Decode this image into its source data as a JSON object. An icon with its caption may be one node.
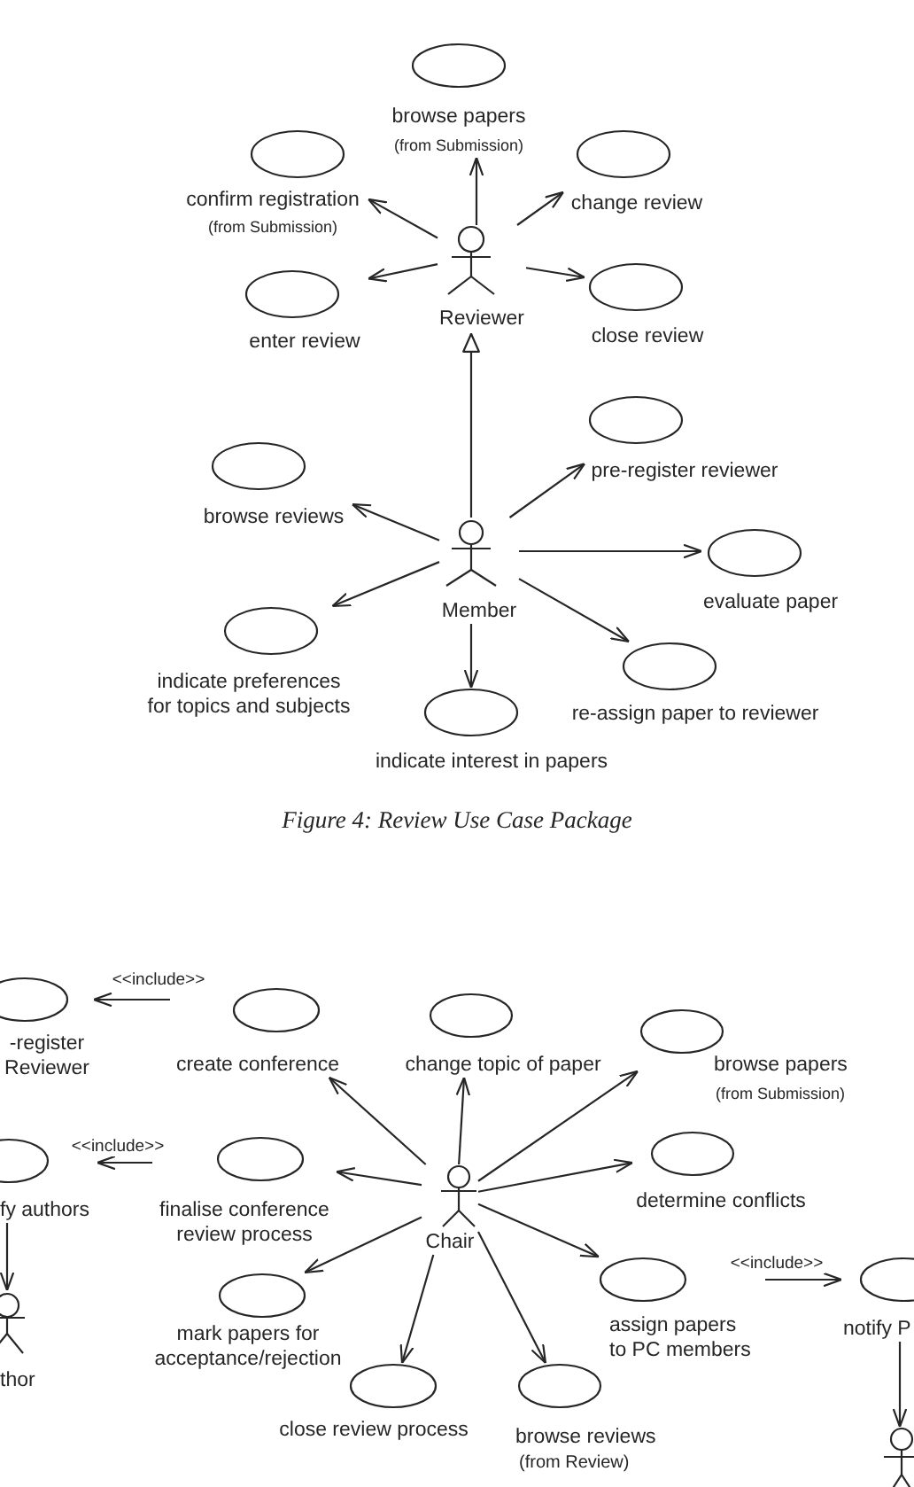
{
  "diagram": {
    "caption": "Figure 4: Review Use Case Package",
    "nodes": [
      {
        "text": [
          "browse papers",
          "(from Submission)"
        ]
      },
      {
        "text": [
          "confirm registration",
          "(from Submission)"
        ]
      },
      {
        "text": [
          "change review"
        ]
      },
      {
        "text": [
          "Reviewer"
        ]
      },
      {
        "text": [
          "enter review"
        ]
      },
      {
        "text": [
          "close review"
        ]
      },
      {
        "text": [
          "browse reviews"
        ]
      },
      {
        "text": [
          "pre-register reviewer"
        ]
      },
      {
        "text": [
          "Member"
        ]
      },
      {
        "text": [
          "evaluate paper"
        ]
      },
      {
        "text": [
          "indicate preferences for topics and subjects"
        ]
      },
      {
        "text": [
          "re-assign paper to reviewer"
        ]
      },
      {
        "text": [
          "indicate interest in papers"
        ]
      },
      {
        "text": [
          "-register Reviewer"
        ]
      },
      {
        "text": [
          "create conference"
        ]
      },
      {
        "text": [
          "change topic of paper"
        ]
      },
      {
        "text": [
          "browse papers",
          "(from Submission)"
        ]
      },
      {
        "text": [
          "fy authors"
        ]
      },
      {
        "text": [
          "finalise conference review process"
        ]
      },
      {
        "text": [
          "determine conflicts"
        ]
      },
      {
        "text": [
          "Chair"
        ]
      },
      {
        "text": [
          "thor"
        ]
      },
      {
        "text": [
          "mark papers for acceptance/rejection"
        ]
      },
      {
        "text": [
          "assign papers to PC members"
        ]
      },
      {
        "text": [
          "notify P"
        ]
      },
      {
        "text": [
          "close review process"
        ]
      },
      {
        "text": [
          "browse reviews",
          "(from Review)"
        ]
      },
      {
        "text": [],
        "shape": "person"
      }
    ],
    "edges": [
      {
        "from": 3,
        "to": 0,
        "arrow": "to"
      },
      {
        "from": 3,
        "to": 1,
        "arrow": "to"
      },
      {
        "from": 3,
        "to": 2,
        "arrow": "to"
      },
      {
        "from": 3,
        "to": 4,
        "arrow": "to"
      },
      {
        "from": 3,
        "to": 5,
        "arrow": "to"
      },
      {
        "from": 8,
        "to": 3,
        "arrow": "to"
      },
      {
        "from": 8,
        "to": 6,
        "arrow": "to"
      },
      {
        "from": 8,
        "to": 7,
        "arrow": "to"
      },
      {
        "from": 8,
        "to": 9,
        "arrow": "to"
      },
      {
        "from": 8,
        "to": 10,
        "arrow": "to"
      },
      {
        "from": 8,
        "to": 11,
        "arrow": "to"
      },
      {
        "from": 8,
        "to": 12,
        "arrow": "to"
      },
      {
        "from": 14,
        "to": 13,
        "arrow": "to",
        "label": "<<include>>"
      },
      {
        "from": 20,
        "to": 14,
        "arrow": "to"
      },
      {
        "from": 20,
        "to": 15,
        "arrow": "to"
      },
      {
        "from": 20,
        "to": 16,
        "arrow": "to"
      },
      {
        "from": 18,
        "to": 17,
        "arrow": "to",
        "label": "<<include>>"
      },
      {
        "from": 20,
        "to": 18,
        "arrow": "to"
      },
      {
        "from": 20,
        "to": 19,
        "arrow": "to"
      },
      {
        "from": 17,
        "to": 21,
        "arrow": "to"
      },
      {
        "from": 20,
        "to": 22,
        "arrow": "to"
      },
      {
        "from": 20,
        "to": 23,
        "arrow": "to"
      },
      {
        "from": 23,
        "to": 24,
        "arrow": "to",
        "label": "<<include>>"
      },
      {
        "from": 20,
        "to": 25,
        "arrow": "to"
      },
      {
        "from": 20,
        "to": 26,
        "arrow": "to"
      },
      {
        "from": 24,
        "to": 27,
        "arrow": "to"
      }
    ]
  }
}
